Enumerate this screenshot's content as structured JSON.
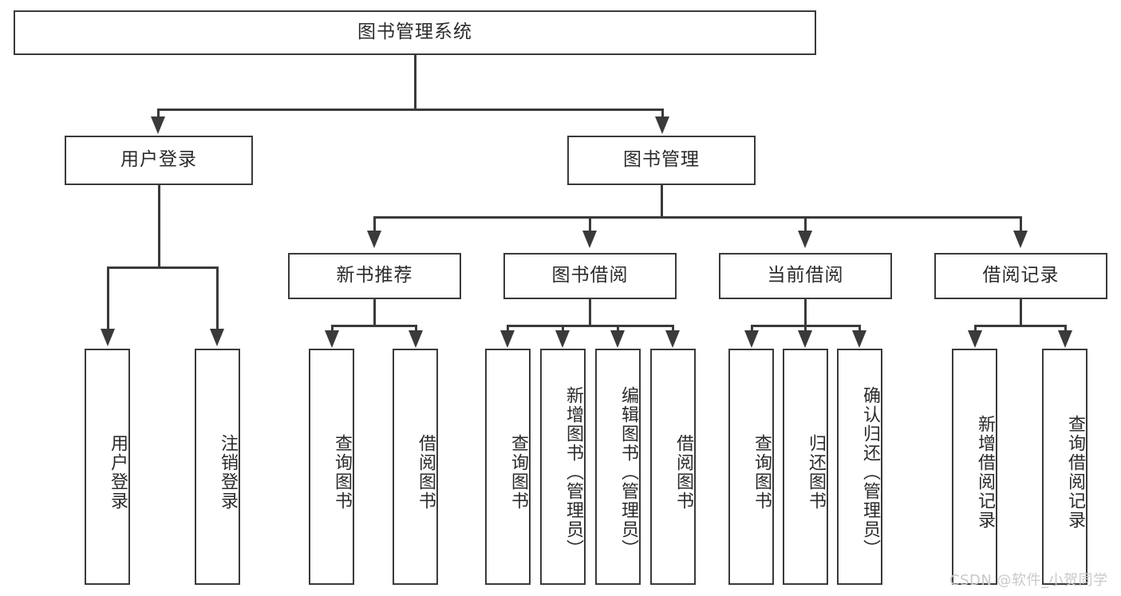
{
  "diagram": {
    "title": "图书管理系统",
    "root": {
      "label": "图书管理系统"
    },
    "level2": [
      {
        "label": "用户登录"
      },
      {
        "label": "图书管理"
      }
    ],
    "level3": [
      {
        "label": "新书推荐"
      },
      {
        "label": "图书借阅"
      },
      {
        "label": "当前借阅"
      },
      {
        "label": "借阅记录"
      }
    ],
    "leaves": {
      "user_login": [
        {
          "label": "用户登录"
        },
        {
          "label": "注销登录"
        }
      ],
      "new_book_recommend": [
        {
          "label": "查询图书"
        },
        {
          "label": "借阅图书"
        }
      ],
      "book_borrow": [
        {
          "label": "查询图书"
        },
        {
          "label": "新增图书（管理员）"
        },
        {
          "label": "编辑图书（管理员）"
        },
        {
          "label": "借阅图书"
        }
      ],
      "current_borrow": [
        {
          "label": "查询图书"
        },
        {
          "label": "归还图书"
        },
        {
          "label": "确认归还（管理员）"
        }
      ],
      "borrow_record": [
        {
          "label": "新增借阅记录"
        },
        {
          "label": "查询借阅记录"
        }
      ]
    },
    "watermark": "CSDN @软件_小贺同学",
    "colors": {
      "stroke": "#3a3a3a",
      "fill": "#ffffff",
      "text": "#2b2b2b",
      "watermark": "#c9c9c9"
    }
  }
}
